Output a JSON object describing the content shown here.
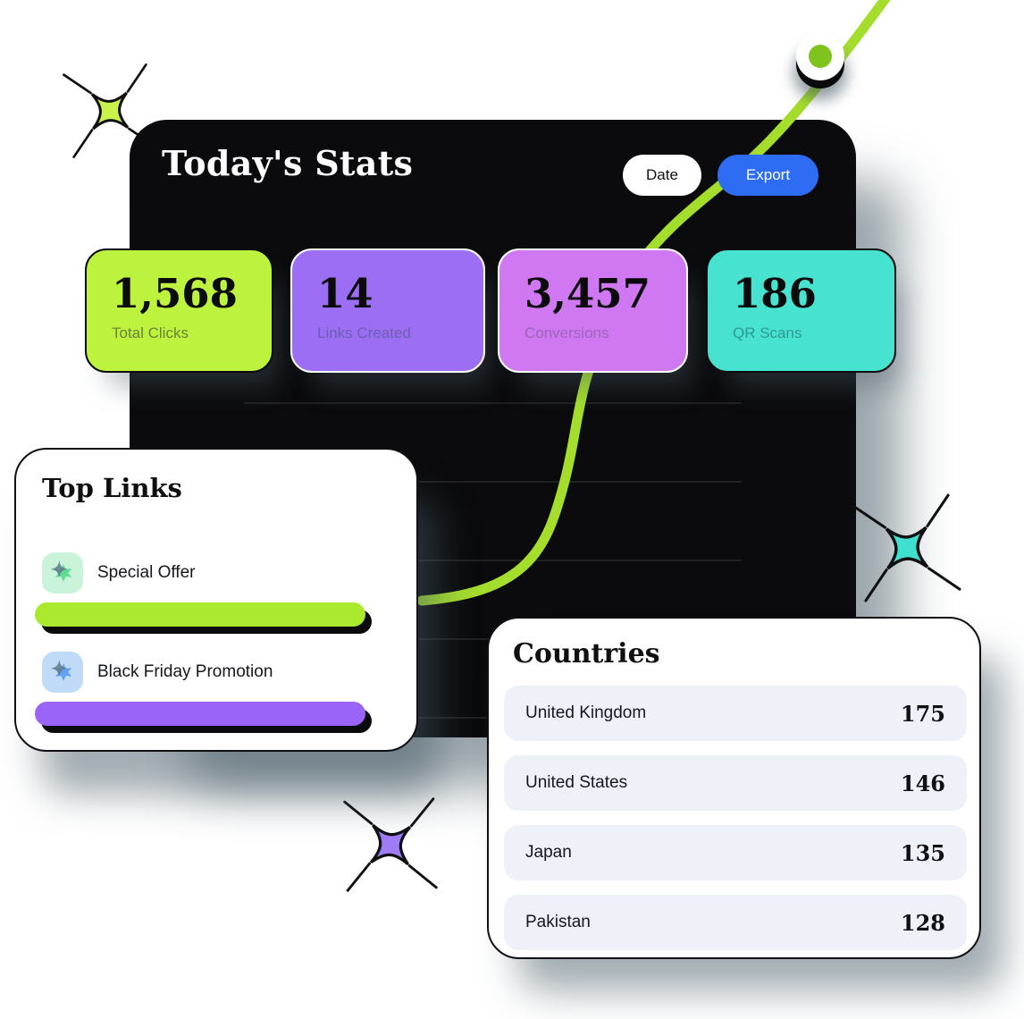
{
  "dashboard": {
    "title": "Today's Stats",
    "date_button": "Date",
    "export_button": "Export",
    "stats": [
      {
        "value": "1,568",
        "label": "Total Clicks",
        "bg": "#BDF23F"
      },
      {
        "value": "14",
        "label": "Links Created",
        "bg": "#9B6EF3"
      },
      {
        "value": "3,457",
        "label": "Conversions",
        "bg": "#CF78F1"
      },
      {
        "value": "186",
        "label": "QR Scans",
        "bg": "#47E3D0"
      }
    ]
  },
  "top_links": {
    "title": "Top Links",
    "items": [
      {
        "label": "Special Offer",
        "bar_color": "#ABE92F",
        "icon_bg": "#C9F4DA"
      },
      {
        "label": "Black Friday Promotion",
        "bar_color": "#9B64F8",
        "icon_bg": "#BFDBF8"
      }
    ]
  },
  "countries": {
    "title": "Countries",
    "rows": [
      {
        "name": "United Kingdom",
        "value": "175"
      },
      {
        "name": "United States",
        "value": "146"
      },
      {
        "name": "Japan",
        "value": "135"
      },
      {
        "name": "Pakistan",
        "value": "128"
      }
    ]
  },
  "colors": {
    "panel_bg": "#0B0B0D",
    "export_blue": "#2E6CF4",
    "chart_line_green": "#A5DD2D",
    "marker_dot_green": "#7FC31F",
    "sparkle_green": "#C9F34A",
    "sparkle_teal": "#3FE0D0",
    "sparkle_purple": "#9F7BF5",
    "row_bg": "#EEF1F8",
    "shadow_gray": "#49606B"
  }
}
